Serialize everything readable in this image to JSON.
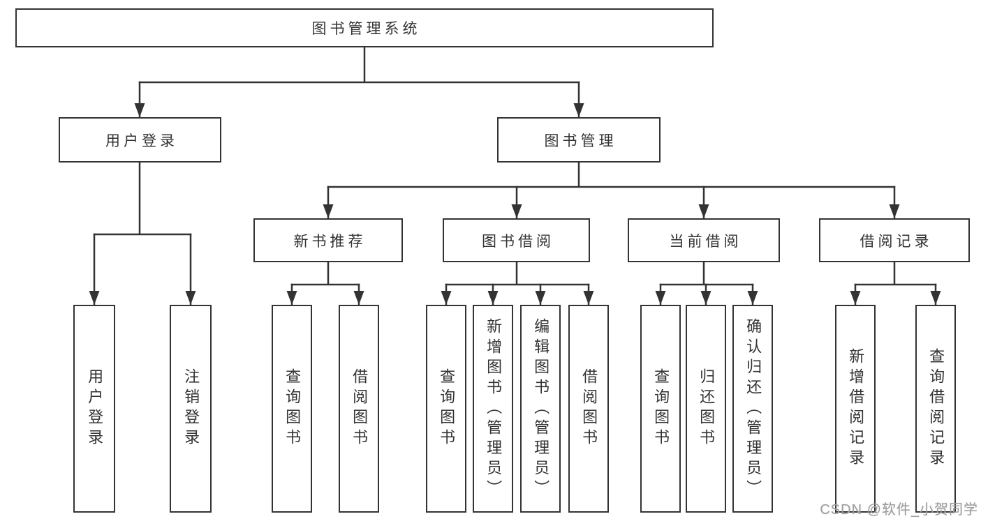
{
  "diagram": {
    "type": "tree",
    "root": {
      "label": "图书管理系统",
      "children": [
        {
          "label": "用户登录",
          "children": [
            {
              "label": "用户登录"
            },
            {
              "label": "注销登录"
            }
          ]
        },
        {
          "label": "图书管理",
          "children": [
            {
              "label": "新书推荐",
              "children": [
                {
                  "label": "查询图书"
                },
                {
                  "label": "借阅图书"
                }
              ]
            },
            {
              "label": "图书借阅",
              "children": [
                {
                  "label": "查询图书"
                },
                {
                  "label": "新增图书（管理员）"
                },
                {
                  "label": "编辑图书（管理员）"
                },
                {
                  "label": "借阅图书"
                }
              ]
            },
            {
              "label": "当前借阅",
              "children": [
                {
                  "label": "查询图书"
                },
                {
                  "label": "归还图书"
                },
                {
                  "label": "确认归还（管理员）"
                }
              ]
            },
            {
              "label": "借阅记录",
              "children": [
                {
                  "label": "新增借阅记录"
                },
                {
                  "label": "查询借阅记录"
                }
              ]
            }
          ]
        }
      ]
    }
  },
  "watermark": {
    "text": "CSDN @软件_小贺同学"
  },
  "colors": {
    "line": "#333333",
    "box_border": "#333333",
    "text": "#333333",
    "watermark": "#9e9e9e",
    "background": "#ffffff"
  }
}
